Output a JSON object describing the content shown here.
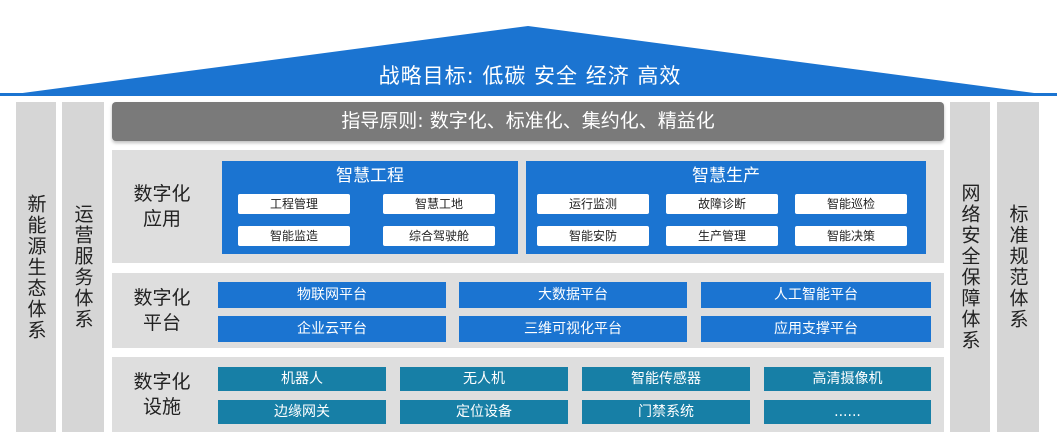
{
  "roof_title": "战略目标:  低碳  安全  经济  高效",
  "principle": "指导原则:  数字化、标准化、集约化、精益化",
  "left_columns": [
    "新能源生态体系",
    "运营服务体系"
  ],
  "right_columns": [
    "网络安全保障体系",
    "标准规范体系"
  ],
  "application": {
    "label_line1": "数字化",
    "label_line2": "应用",
    "engineering": {
      "title": "智慧工程",
      "items": [
        "工程管理",
        "智慧工地",
        "智能监造",
        "综合驾驶舱"
      ]
    },
    "production": {
      "title": "智慧生产",
      "items": [
        "运行监测",
        "故障诊断",
        "智能巡检",
        "智能安防",
        "生产管理",
        "智能决策"
      ]
    }
  },
  "platform": {
    "label_line1": "数字化",
    "label_line2": "平台",
    "items": [
      "物联网平台",
      "大数据平台",
      "人工智能平台",
      "企业云平台",
      "三维可视化平台",
      "应用支撑平台"
    ]
  },
  "infrastructure": {
    "label_line1": "数字化",
    "label_line2": "设施",
    "items": [
      "机器人",
      "无人机",
      "智能传感器",
      "高清摄像机",
      "边缘网关",
      "定位设备",
      "门禁系统",
      "......"
    ]
  },
  "colors": {
    "roof": "#1b74d1",
    "side": "#d6d6d6",
    "principle": "#7a7a7a",
    "blue": "#1b74d1",
    "teal": "#177fa6"
  }
}
